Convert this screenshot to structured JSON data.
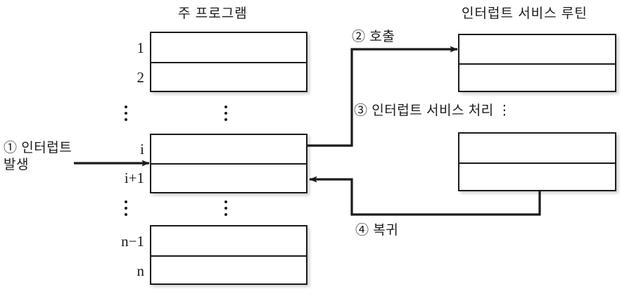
{
  "diagram": {
    "title_main_program": "주 프로그램",
    "title_isr": "인터럽트 서비스 루틴",
    "labels": {
      "step1": "① 인터럽트\n발생",
      "step2": "② 호출",
      "step3": "③ 인터럽트 서비스 처리 ⋮",
      "step4": "④ 복귀"
    },
    "line_numbers": {
      "n1": "1",
      "n2": "2",
      "ni": "i",
      "ni1": "i+1",
      "nn1": "n−1",
      "nn": "n"
    },
    "ellipsis_glyph": "⋮",
    "colors": {
      "ink": "#1b1b1b",
      "background": "#ffffff",
      "shadow": "rgba(0,0,0,0.18)"
    }
  }
}
